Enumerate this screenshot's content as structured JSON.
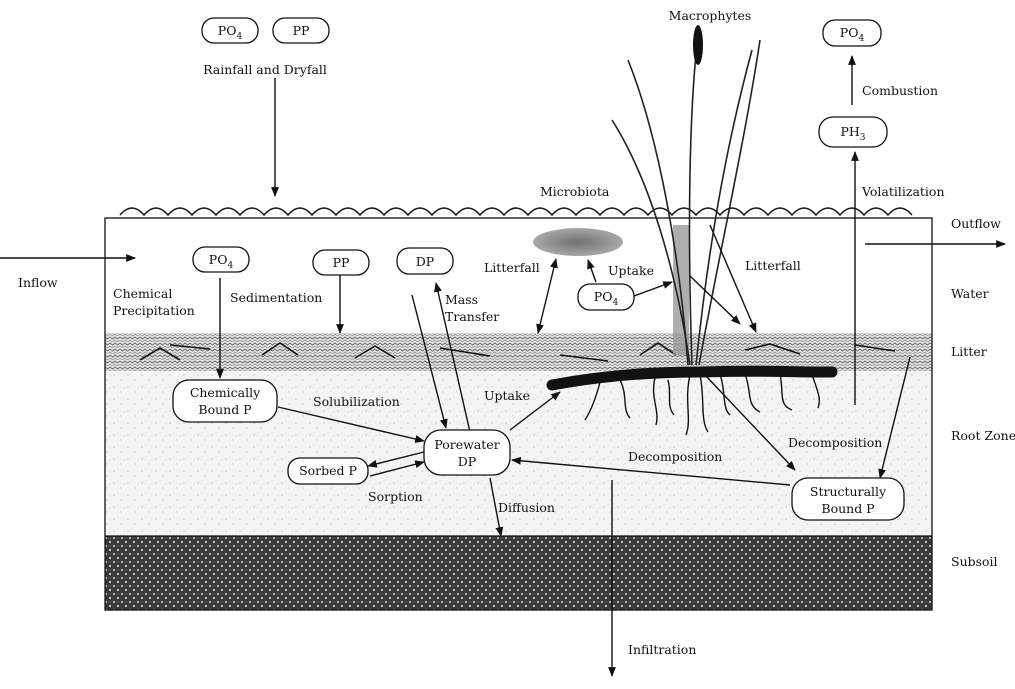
{
  "diagram": {
    "layers": {
      "water": "Water",
      "litter": "Litter",
      "root_zone": "Root Zone",
      "subsoil": "Subsoil"
    },
    "boxes": {
      "po4_rain": {
        "base": "PO",
        "sub": "4"
      },
      "pp_rain": {
        "base": "PP",
        "sub": ""
      },
      "po4_top_right": {
        "base": "PO",
        "sub": "4"
      },
      "ph3": {
        "base": "PH",
        "sub": "3"
      },
      "po4_water": {
        "base": "PO",
        "sub": "4"
      },
      "pp_water": {
        "base": "PP",
        "sub": ""
      },
      "dp_water": {
        "base": "DP",
        "sub": ""
      },
      "po4_uptake": {
        "base": "PO",
        "sub": "4"
      },
      "chemically_bound": {
        "line1": "Chemically",
        "line2": "Bound P"
      },
      "porewater_dp": {
        "line1": "Porewater",
        "line2": "DP"
      },
      "sorbed_p": {
        "line1": "Sorbed P"
      },
      "structurally_bound": {
        "line1": "Structurally",
        "line2": "Bound P"
      }
    },
    "labels": {
      "rainfall": "Rainfall and Dryfall",
      "macrophytes": "Macrophytes",
      "combustion": "Combustion",
      "volatilization": "Volatilization",
      "microbiota": "Microbiota",
      "outflow": "Outflow",
      "inflow": "Inflow",
      "chemical_precip_1": "Chemical",
      "chemical_precip_2": "Precipitation",
      "sedimentation": "Sedimentation",
      "mass_transfer_1": "Mass",
      "mass_transfer_2": "Transfer",
      "litterfall_left": "Litterfall",
      "uptake_top": "Uptake",
      "litterfall_right": "Litterfall",
      "solubilization": "Solubilization",
      "uptake_mid": "Uptake",
      "decomposition_mid": "Decomposition",
      "decomposition_right": "Decomposition",
      "sorption": "Sorption",
      "diffusion": "Diffusion",
      "infiltration": "Infiltration"
    }
  }
}
